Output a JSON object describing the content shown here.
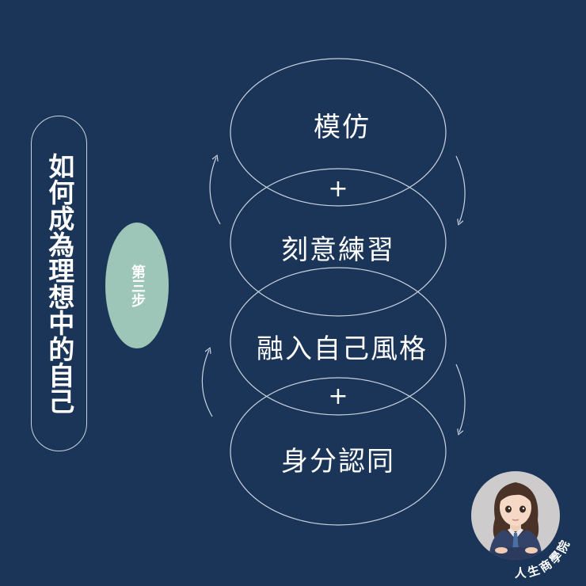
{
  "title": {
    "text": "如何成為理想中的自己"
  },
  "step_badge": {
    "text": "第三步",
    "color": "#9dc6b8"
  },
  "diagram": {
    "steps": [
      {
        "label": "模仿"
      },
      {
        "label": "刻意練習"
      },
      {
        "label": "融入自己風格"
      },
      {
        "label": "身分認同"
      }
    ],
    "connectors": [
      "+",
      "+"
    ],
    "line_color": "#c9d3df"
  },
  "brand": {
    "name": "人生商學院",
    "avatar_icon": "girl-avatar-icon"
  },
  "colors": {
    "background": "#1b3558",
    "text": "#ffffff",
    "accent": "#9dc6b8"
  }
}
